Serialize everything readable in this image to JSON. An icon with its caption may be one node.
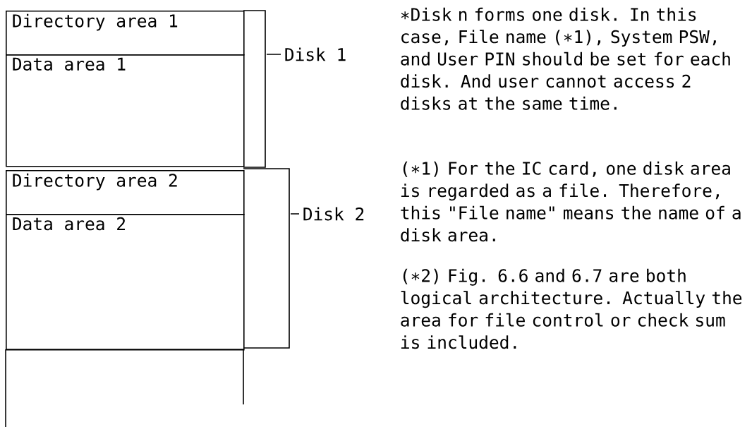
{
  "diagram": {
    "nodes": [
      {
        "text": [
          "Directory area 1"
        ]
      },
      {
        "text": [
          "Data area 1"
        ]
      },
      {
        "text": [
          "Directory area 2"
        ]
      },
      {
        "text": [
          "Data area 2"
        ]
      },
      {
        "text": [],
        "shape": "box"
      }
    ],
    "labels": [
      "Disk 1",
      "Disk 2",
      "∗Disk n forms one disk. In this case, File name (∗1), System PSW, and User PIN should be set for each disk. And user cannot access 2 disks at the same time.",
      "(∗1) For the IC card, one disk area is regarded as a file. Therefore, this \"File name\" means the name of a disk area.",
      "(∗2) Fig. 6.6 and 6.7 are both logical architecture. Actually the area for file control or check sum is included."
    ]
  }
}
